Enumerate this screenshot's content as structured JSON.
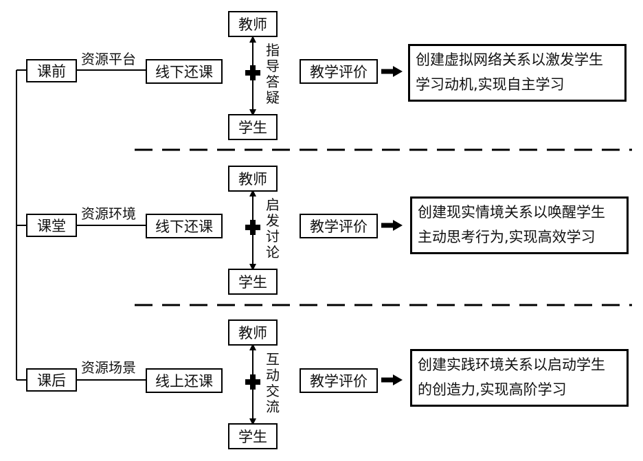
{
  "rows": [
    {
      "phase": "课前",
      "resource": "资源平台",
      "mode": "线下还课",
      "teacher": "教师",
      "student": "学生",
      "interaction": "指导答疑",
      "evaluation": "教学评价",
      "outcome_line1": "创建虚拟网络关系以激发学生",
      "outcome_line2": "学习动机,实现自主学习"
    },
    {
      "phase": "课堂",
      "resource": "资源环境",
      "mode": "线下还课",
      "teacher": "教师",
      "student": "学生",
      "interaction": "启发讨论",
      "evaluation": "教学评价",
      "outcome_line1": "创建现实情境关系以唤醒学生",
      "outcome_line2": "主动思考行为,实现高效学习"
    },
    {
      "phase": "课后",
      "resource": "资源场景",
      "mode": "线上还课",
      "teacher": "教师",
      "student": "学生",
      "interaction": "互动交流",
      "evaluation": "教学评价",
      "outcome_line1": "创建实践环境关系以启动学生",
      "outcome_line2": "的创造力,实现高阶学习"
    }
  ]
}
